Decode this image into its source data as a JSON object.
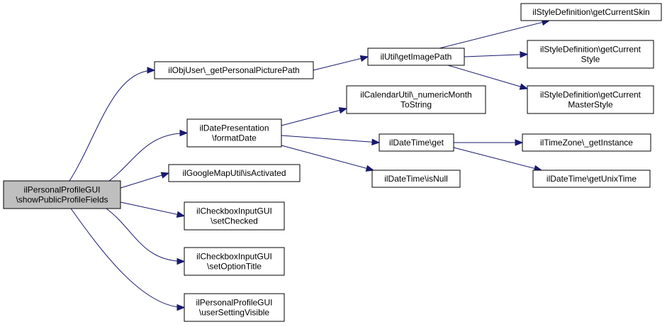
{
  "colors": {
    "edge": "#191970",
    "root_fill": "#bfbfbf",
    "node_fill": "#ffffff",
    "border": "#000000"
  },
  "nodes": [
    {
      "id": "root",
      "lines": [
        "ilPersonalProfileGUI",
        "\\showPublicProfileFields"
      ],
      "root": true
    },
    {
      "id": "getPersonalPicturePath",
      "lines": [
        "ilObjUser\\_getPersonalPicturePath"
      ]
    },
    {
      "id": "getImagePath",
      "lines": [
        "ilUtil\\getImagePath"
      ]
    },
    {
      "id": "getCurrentSkin",
      "lines": [
        "ilStyleDefinition\\getCurrentSkin"
      ]
    },
    {
      "id": "getCurrentStyle",
      "lines": [
        "ilStyleDefinition\\getCurrent",
        "Style"
      ]
    },
    {
      "id": "getCurrentMasterStyle",
      "lines": [
        "ilStyleDefinition\\getCurrent",
        "MasterStyle"
      ]
    },
    {
      "id": "numericMonthToString",
      "lines": [
        "ilCalendarUtil\\_numericMonth",
        "ToString"
      ]
    },
    {
      "id": "formatDate",
      "lines": [
        "ilDatePresentation",
        "\\formatDate"
      ]
    },
    {
      "id": "dtGet",
      "lines": [
        "ilDateTime\\get"
      ]
    },
    {
      "id": "tzGetInstance",
      "lines": [
        "ilTimeZone\\_getInstance"
      ]
    },
    {
      "id": "isActivated",
      "lines": [
        "ilGoogleMapUtil\\isActivated"
      ]
    },
    {
      "id": "dtIsNull",
      "lines": [
        "ilDateTime\\isNull"
      ]
    },
    {
      "id": "getUnixTime",
      "lines": [
        "ilDateTime\\getUnixTime"
      ]
    },
    {
      "id": "setChecked",
      "lines": [
        "ilCheckboxInputGUI",
        "\\setChecked"
      ]
    },
    {
      "id": "setOptionTitle",
      "lines": [
        "ilCheckboxInputGUI",
        "\\setOptionTitle"
      ]
    },
    {
      "id": "userSettingVisible",
      "lines": [
        "ilPersonalProfileGUI",
        "\\userSettingVisible"
      ]
    }
  ],
  "edges": [
    {
      "from": "root",
      "to": "getPersonalPicturePath"
    },
    {
      "from": "root",
      "to": "formatDate"
    },
    {
      "from": "root",
      "to": "isActivated"
    },
    {
      "from": "root",
      "to": "setChecked"
    },
    {
      "from": "root",
      "to": "setOptionTitle"
    },
    {
      "from": "root",
      "to": "userSettingVisible"
    },
    {
      "from": "getPersonalPicturePath",
      "to": "getImagePath"
    },
    {
      "from": "getImagePath",
      "to": "getCurrentSkin"
    },
    {
      "from": "getImagePath",
      "to": "getCurrentStyle"
    },
    {
      "from": "getImagePath",
      "to": "getCurrentMasterStyle"
    },
    {
      "from": "formatDate",
      "to": "numericMonthToString"
    },
    {
      "from": "formatDate",
      "to": "dtGet"
    },
    {
      "from": "formatDate",
      "to": "dtIsNull"
    },
    {
      "from": "dtGet",
      "to": "tzGetInstance"
    },
    {
      "from": "dtGet",
      "to": "getUnixTime"
    }
  ]
}
